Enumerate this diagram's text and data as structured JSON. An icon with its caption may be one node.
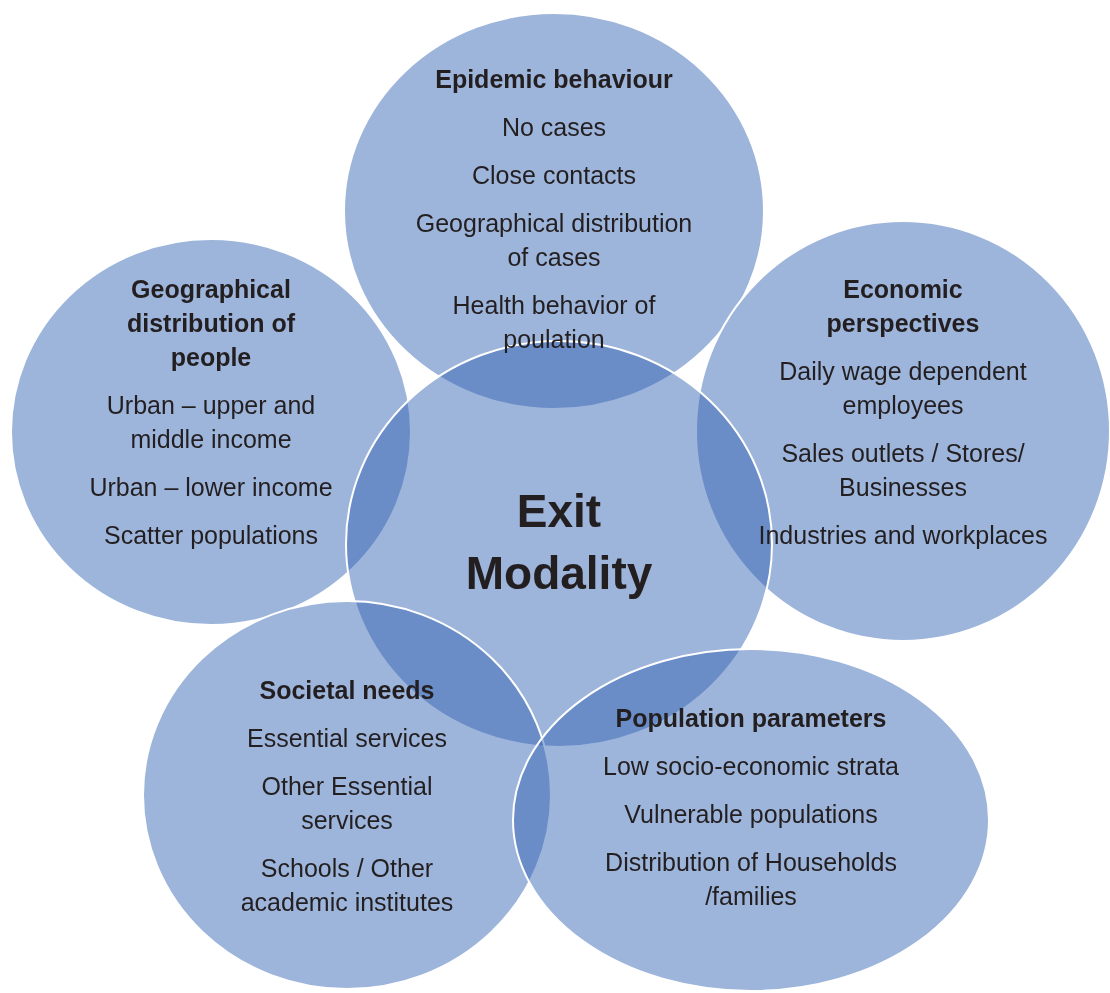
{
  "diagram": {
    "nodes": [
      {
        "text": [
          "Epidemic behaviour",
          "No cases",
          "Close contacts",
          "Geographical distribution of cases",
          "Health behavior of poulation"
        ]
      },
      {
        "text": [
          "Geographical distribution of people",
          "Urban – upper and middle income",
          "Urban – lower income",
          "Scatter populations"
        ]
      },
      {
        "text": [
          "Economic perspectives",
          "Daily wage dependent employees",
          "Sales outlets / Stores/ Businesses",
          "Industries and workplaces"
        ]
      },
      {
        "text": [
          "Exit Modality"
        ]
      },
      {
        "text": [
          "Societal needs",
          "Essential services",
          "Other Essential services",
          "Schools / Other academic institutes"
        ]
      },
      {
        "text": [
          "Population parameters",
          "Low socio-economic strata",
          "Vulnerable populations",
          "Distribution of Households /families"
        ]
      }
    ]
  }
}
